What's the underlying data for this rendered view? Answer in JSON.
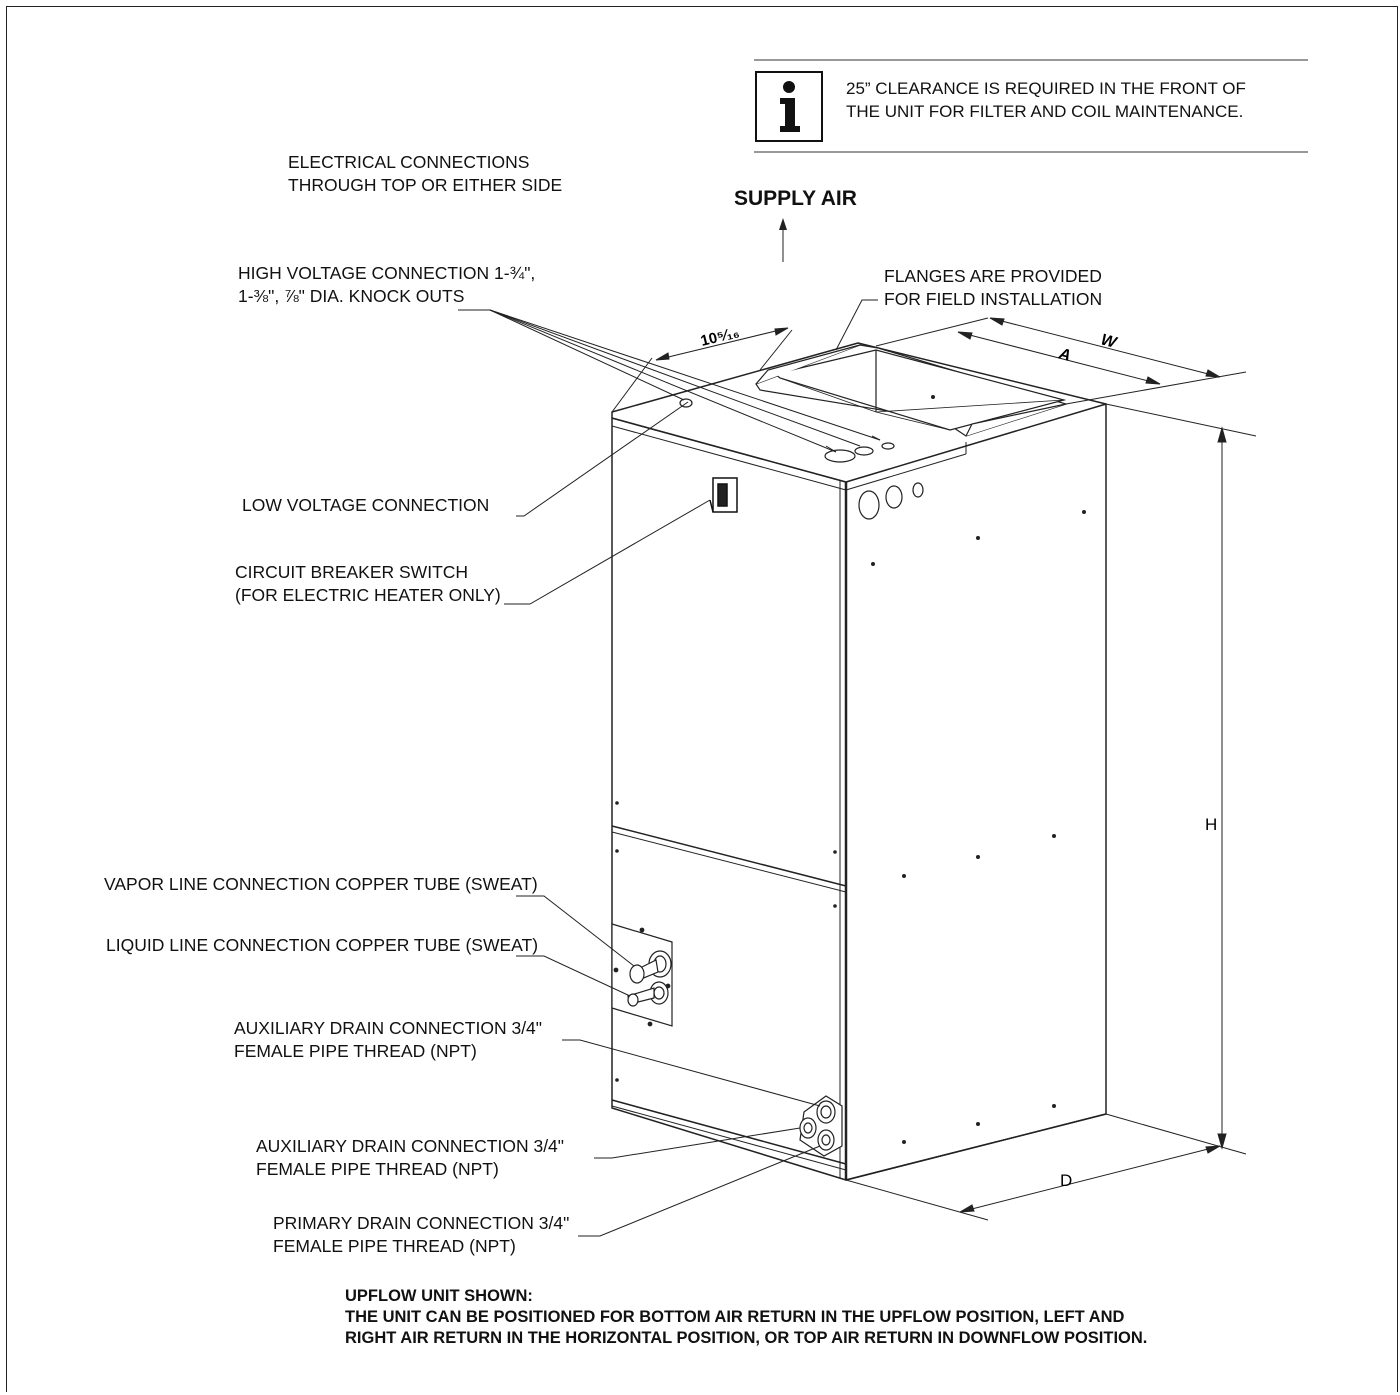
{
  "info_note": {
    "icon": "info-icon",
    "line1": "25” CLEARANCE IS REQUIRED IN THE FRONT OF",
    "line2": "THE UNIT FOR FILTER AND COIL MAINTENANCE."
  },
  "supply_air": "SUPPLY AIR",
  "callouts": {
    "electrical": {
      "line1": "ELECTRICAL CONNECTIONS",
      "line2": "THROUGH TOP OR EITHER SIDE"
    },
    "high_voltage": {
      "line1": "HIGH VOLTAGE CONNECTION 1-¾\",",
      "line2": "1-⅜\",  ⅞\" DIA. KNOCK OUTS"
    },
    "flanges": {
      "line1": "FLANGES ARE PROVIDED",
      "line2": "FOR FIELD INSTALLATION"
    },
    "low_voltage": "LOW VOLTAGE CONNECTION",
    "breaker": {
      "line1": "CIRCUIT BREAKER SWITCH",
      "line2": "(FOR ELECTRIC HEATER ONLY)"
    },
    "vapor": "VAPOR LINE CONNECTION COPPER TUBE (SWEAT)",
    "liquid": "LIQUID LINE CONNECTION COPPER TUBE (SWEAT)",
    "aux_drain_1": {
      "line1": "AUXILIARY DRAIN CONNECTION 3/4\"",
      "line2": "FEMALE PIPE THREAD (NPT)"
    },
    "aux_drain_2": {
      "line1": "AUXILIARY DRAIN CONNECTION 3/4\"",
      "line2": "FEMALE PIPE THREAD (NPT)"
    },
    "primary_drain": {
      "line1": "PRIMARY DRAIN CONNECTION 3/4\"",
      "line2": "FEMALE PIPE THREAD (NPT)"
    }
  },
  "dimensions": {
    "depth_top": "10⁵⁄₁₆",
    "a": "A",
    "w": "W",
    "h": "H",
    "d": "D"
  },
  "footer": {
    "line1": "UPFLOW UNIT SHOWN:",
    "line2": "THE UNIT CAN BE POSITIONED FOR BOTTOM AIR RETURN IN THE UPFLOW POSITION, LEFT AND",
    "line3": "RIGHT AIR RETURN IN THE HORIZONTAL POSITION, OR TOP AIR RETURN IN DOWNFLOW POSITION."
  }
}
